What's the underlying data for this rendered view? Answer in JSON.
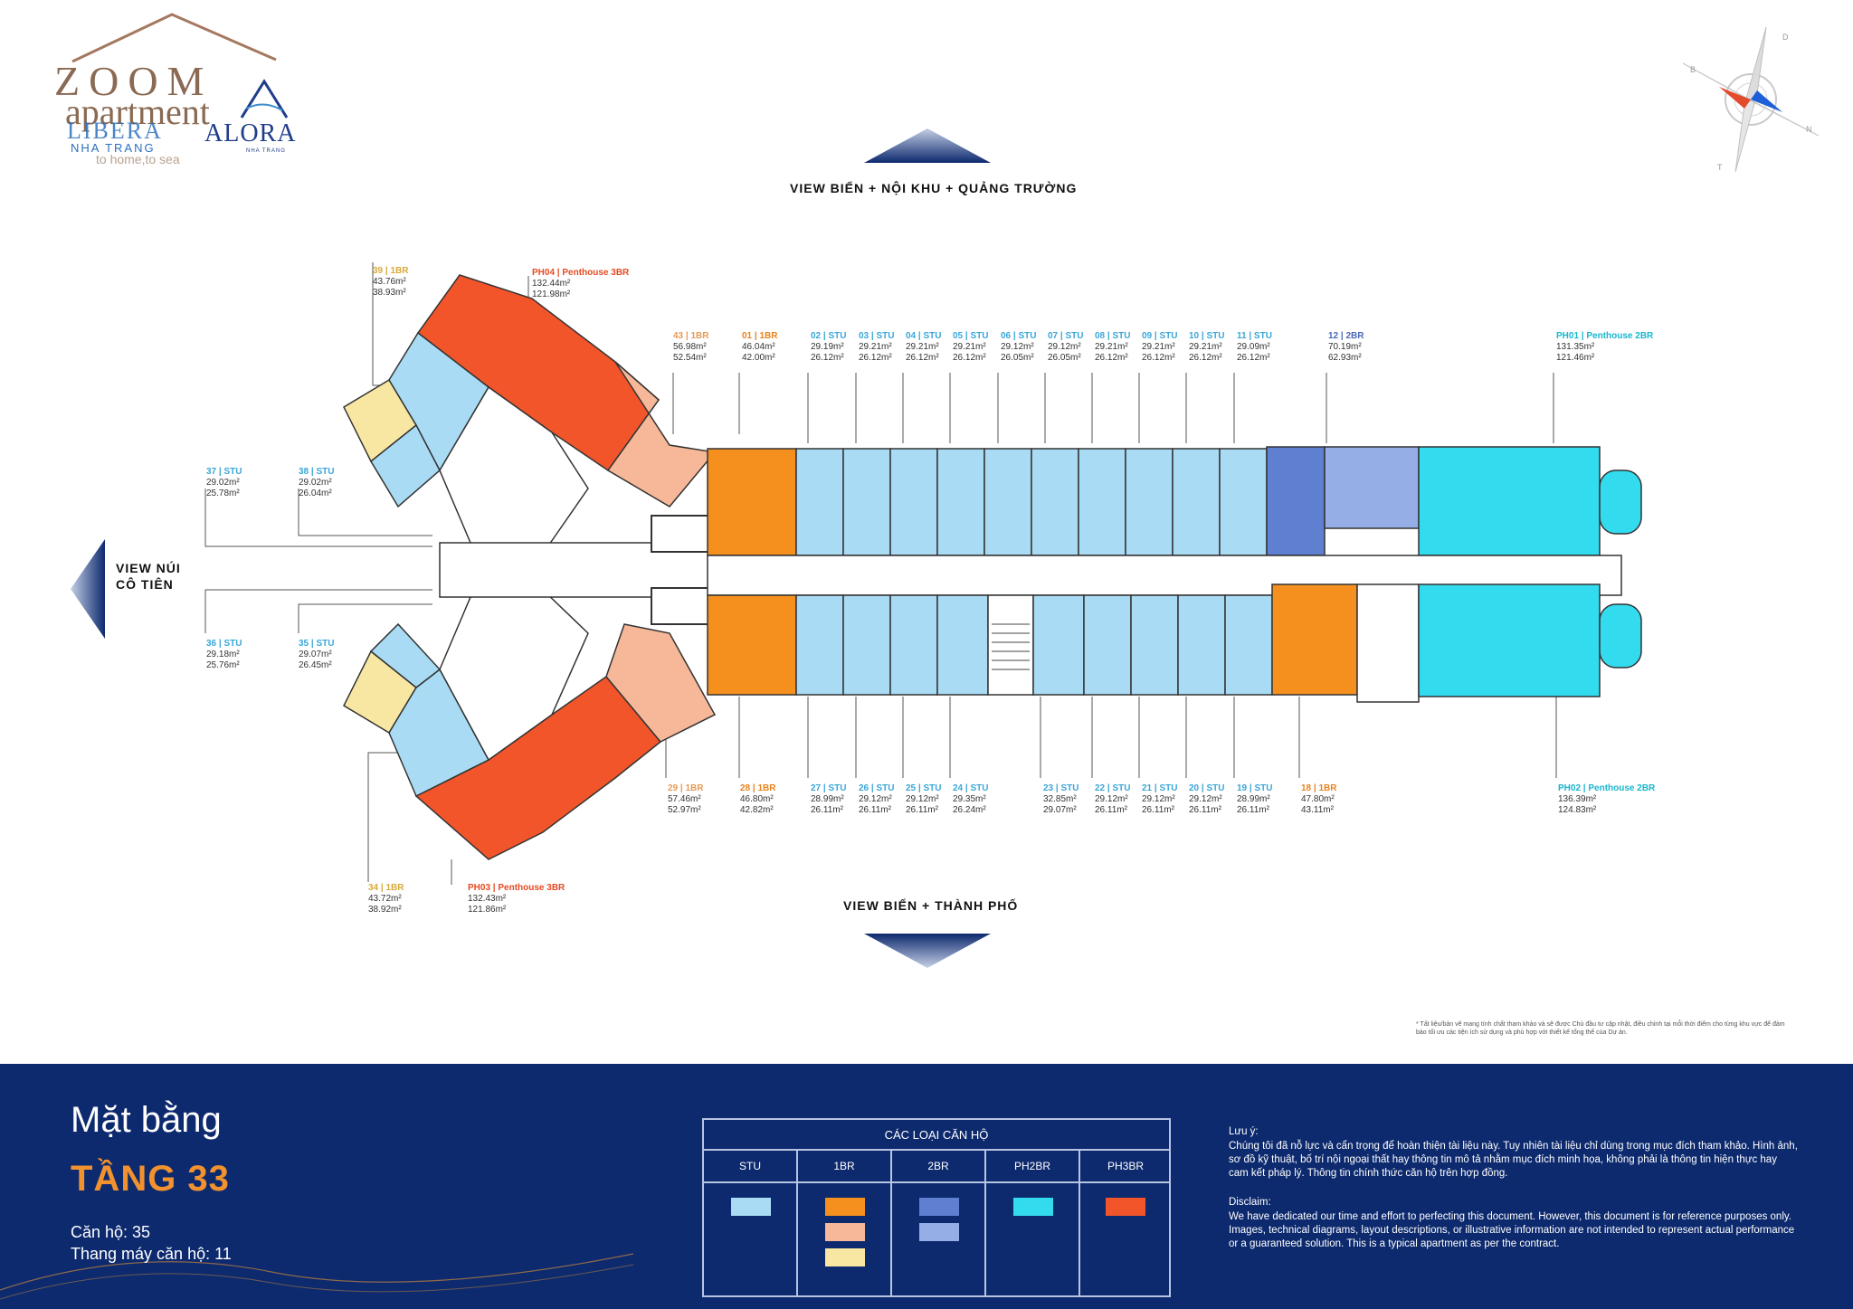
{
  "logo": {
    "brand": "ZOOM",
    "subtitle": "apartment",
    "tagline": "to home,to sea",
    "project1_line1": "LIBERA",
    "project1_line2": "NHA TRANG",
    "project2_line1": "ALORA",
    "project2_line2": "NHA TRANG"
  },
  "compass": {
    "n": "N",
    "d": "D",
    "t": "T",
    "b": "B"
  },
  "views": {
    "top": "VIEW BIỂN + NỘI KHU + QUẢNG TRƯỜNG",
    "bottom": "VIEW BIỂN + THÀNH PHỐ",
    "left_line1": "VIEW NÚI",
    "left_line2": "CÔ TIÊN"
  },
  "colors": {
    "stu": "#a9dcf4",
    "br1_orange": "#f5901e",
    "br1_peach": "#f6b898",
    "br1_yellow": "#f8e7a2",
    "br2_dark": "#5f7fd0",
    "br2_light": "#96aee6",
    "ph2br": "#33dbef",
    "ph3br": "#f3552b",
    "footer_bg": "#0d2a6e",
    "accent_orange": "#f2922f"
  },
  "units_top": [
    {
      "unit": "43 | 1BR",
      "a1": "56.98m²",
      "a2": "52.54m²",
      "c": "#e79a56"
    },
    {
      "unit": "01 | 1BR",
      "a1": "46.04m²",
      "a2": "42.00m²",
      "c": "#e8821c"
    },
    {
      "unit": "02 | STU",
      "a1": "29.19m²",
      "a2": "26.12m²",
      "c": "#3aa6d8"
    },
    {
      "unit": "03 | STU",
      "a1": "29.21m²",
      "a2": "26.12m²",
      "c": "#3aa6d8"
    },
    {
      "unit": "04 | STU",
      "a1": "29.21m²",
      "a2": "26.12m²",
      "c": "#3aa6d8"
    },
    {
      "unit": "05 | STU",
      "a1": "29.21m²",
      "a2": "26.12m²",
      "c": "#3aa6d8"
    },
    {
      "unit": "06 | STU",
      "a1": "29.12m²",
      "a2": "26.05m²",
      "c": "#3aa6d8"
    },
    {
      "unit": "07 | STU",
      "a1": "29.12m²",
      "a2": "26.05m²",
      "c": "#3aa6d8"
    },
    {
      "unit": "08 | STU",
      "a1": "29.21m²",
      "a2": "26.12m²",
      "c": "#3aa6d8"
    },
    {
      "unit": "09 | STU",
      "a1": "29.21m²",
      "a2": "26.12m²",
      "c": "#3aa6d8"
    },
    {
      "unit": "10 | STU",
      "a1": "29.21m²",
      "a2": "26.12m²",
      "c": "#3aa6d8"
    },
    {
      "unit": "11 | STU",
      "a1": "29.09m²",
      "a2": "26.12m²",
      "c": "#3aa6d8"
    },
    {
      "unit": "12 | 2BR",
      "a1": "70.19m²",
      "a2": "62.93m²",
      "c": "#4a67b8"
    },
    {
      "unit": "PH01 | Penthouse 2BR",
      "a1": "131.35m²",
      "a2": "121.46m²",
      "c": "#16b7cf"
    }
  ],
  "units_bottom": [
    {
      "unit": "29 | 1BR",
      "a1": "57.46m²",
      "a2": "52.97m²",
      "c": "#e79a56"
    },
    {
      "unit": "28 | 1BR",
      "a1": "46.80m²",
      "a2": "42.82m²",
      "c": "#e8821c"
    },
    {
      "unit": "27 | STU",
      "a1": "28.99m²",
      "a2": "26.11m²",
      "c": "#3aa6d8"
    },
    {
      "unit": "26 | STU",
      "a1": "29.12m²",
      "a2": "26.11m²",
      "c": "#3aa6d8"
    },
    {
      "unit": "25 | STU",
      "a1": "29.12m²",
      "a2": "26.11m²",
      "c": "#3aa6d8"
    },
    {
      "unit": "24 | STU",
      "a1": "29.35m²",
      "a2": "26.24m²",
      "c": "#3aa6d8"
    },
    {
      "unit": "23 | STU",
      "a1": "32.85m²",
      "a2": "29.07m²",
      "c": "#3aa6d8"
    },
    {
      "unit": "22 | STU",
      "a1": "29.12m²",
      "a2": "26.11m²",
      "c": "#3aa6d8"
    },
    {
      "unit": "21 | STU",
      "a1": "29.12m²",
      "a2": "26.11m²",
      "c": "#3aa6d8"
    },
    {
      "unit": "20 | STU",
      "a1": "29.12m²",
      "a2": "26.11m²",
      "c": "#3aa6d8"
    },
    {
      "unit": "19 | STU",
      "a1": "28.99m²",
      "a2": "26.11m²",
      "c": "#3aa6d8"
    },
    {
      "unit": "18 | 1BR",
      "a1": "47.80m²",
      "a2": "43.11m²",
      "c": "#e8821c"
    },
    {
      "unit": "PH02 | Penthouse 2BR",
      "a1": "136.39m²",
      "a2": "124.83m²",
      "c": "#16b7cf"
    }
  ],
  "units_wing": [
    {
      "unit": "39 | 1BR",
      "a1": "43.76m²",
      "a2": "38.93m²",
      "c": "#d9a93a"
    },
    {
      "unit": "PH04 | Penthouse 3BR",
      "a1": "132.44m²",
      "a2": "121.98m²",
      "c": "#e64b22"
    },
    {
      "unit": "37 | STU",
      "a1": "29.02m²",
      "a2": "25.78m²",
      "c": "#3aa6d8"
    },
    {
      "unit": "38 | STU",
      "a1": "29.02m²",
      "a2": "26.04m²",
      "c": "#3aa6d8"
    },
    {
      "unit": "36 | STU",
      "a1": "29.18m²",
      "a2": "25.76m²",
      "c": "#3aa6d8"
    },
    {
      "unit": "35 | STU",
      "a1": "29.07m²",
      "a2": "26.45m²",
      "c": "#3aa6d8"
    },
    {
      "unit": "34 | 1BR",
      "a1": "43.72m²",
      "a2": "38.92m²",
      "c": "#d9a93a"
    },
    {
      "unit": "PH03 | Penthouse 3BR",
      "a1": "132.43m²",
      "a2": "121.86m²",
      "c": "#e64b22"
    }
  ],
  "disclaimer_small": "* Tất liệu/bản vẽ mang tính chất tham khảo và sẽ được Chủ đầu tư cập nhật, điều chỉnh tại mỗi thời điểm cho từng khu vực để đảm bảo tối ưu các tiện ích sử dụng và phù hợp với thiết kế tổng thể của Dự án.",
  "footer": {
    "title_line1": "Mặt bằng",
    "title_line2": "TẦNG 33",
    "stat_units": "Căn hộ: 35",
    "stat_elevators": "Thang máy căn hộ: 11",
    "legend_title": "CÁC LOẠI CĂN HỘ",
    "legend_cols": [
      "STU",
      "1BR",
      "2BR",
      "PH2BR",
      "PH3BR"
    ],
    "note_title": "Lưu ý:",
    "note_vi": "Chúng tôi đã nỗ lực và cẩn trọng để hoàn thiện tài liệu này. Tuy nhiên tài liệu chỉ dùng trong mục đích tham khảo. Hình ảnh, sơ đồ kỹ thuật, bố trí nội ngoại thất hay thông tin mô tả nhằm mục đích minh họa, không phải là thông tin hiện thực hay cam kết pháp lý. Thông tin chính thức căn hộ trên hợp đồng.",
    "disclaim_title": "Disclaim:",
    "note_en": "We have dedicated our time and effort to perfecting this document. However, this document is for reference purposes only. Images, technical diagrams, layout descriptions, or illustrative information are not intended to represent actual performance or a guaranteed solution. This is a typical apartment as per the contract."
  }
}
